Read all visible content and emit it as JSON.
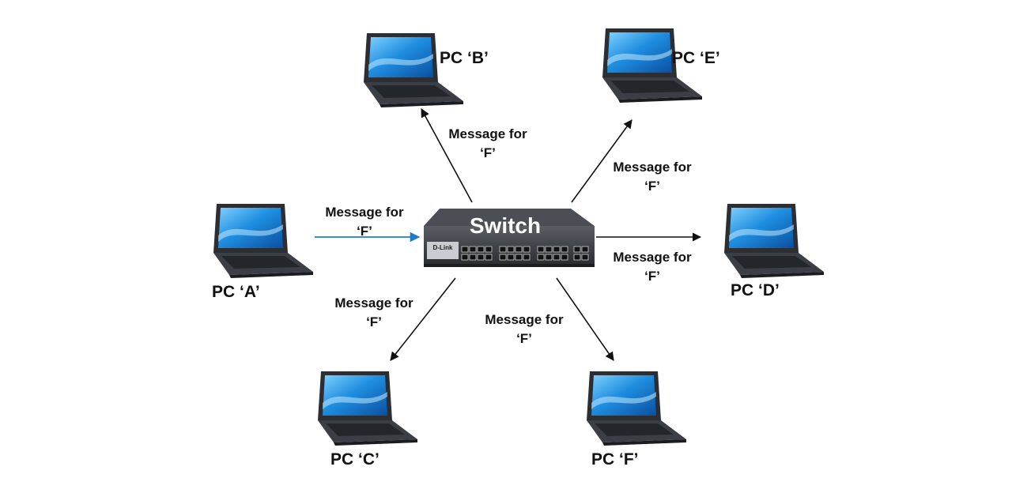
{
  "switch": {
    "label": "Switch",
    "brand": "D-Link"
  },
  "pcs": {
    "a": "PC ‘A’",
    "b": "PC ‘B’",
    "c": "PC ‘C’",
    "d": "PC ‘D’",
    "e": "PC ‘E’",
    "f": "PC ‘F’"
  },
  "messages": {
    "line1": "Message for",
    "line2": "‘F’"
  },
  "colors": {
    "incoming_arrow": "#1f7bc9",
    "outgoing_arrow": "#111111",
    "switch_body": "#3a3d42",
    "screen": "#1f8ee0"
  }
}
